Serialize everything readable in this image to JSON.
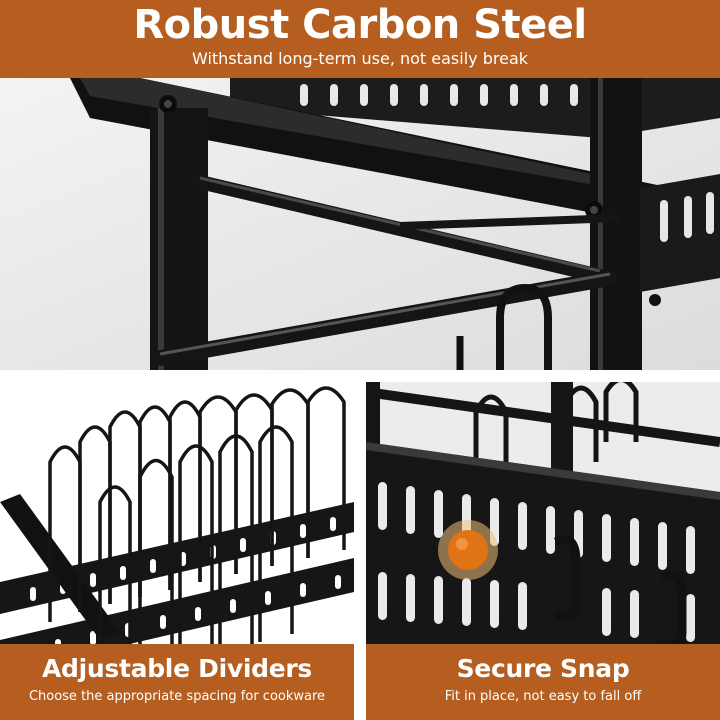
{
  "top_banner": {
    "title": "Robust Carbon Steel",
    "subtitle": "Withstand long-term use, not easily break"
  },
  "bottom_left_banner": {
    "title": "Adjustable Dividers",
    "subtitle": "Choose the appropriate spacing for cookware"
  },
  "bottom_right_banner": {
    "title": "Secure Snap",
    "subtitle": "Fit in place, not easy to fall off"
  },
  "colors": {
    "banner": "#b55e1f",
    "steel": "#1b1b1b",
    "highlight": "#e07414"
  }
}
